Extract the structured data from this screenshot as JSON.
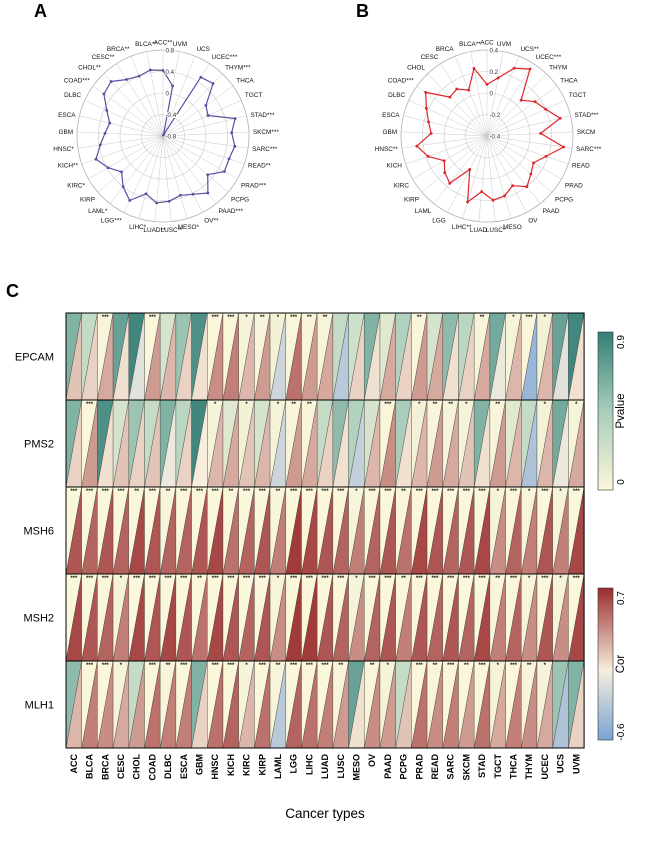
{
  "chart_data": [
    {
      "panel_label": "A",
      "type": "radar",
      "line_color": "#5b4fa0",
      "grid_color": "#c9c9c9",
      "ticks": [
        "0.8",
        "0.4",
        "0",
        "-0.4",
        "-0.8"
      ],
      "scale": {
        "min": -0.8,
        "max": 0.8
      },
      "categories": [
        "ACC**",
        "UVM",
        "UCS",
        "UCEC***",
        "THYM***",
        "THCA",
        "TGCT",
        "STAD***",
        "SKCM***",
        "SARC***",
        "READ**",
        "PRAD***",
        "PCPG",
        "PAAD***",
        "OV**",
        "MESO*",
        "LUSC**",
        "LUAD**",
        "LIHC*",
        "LGG***",
        "LAML*",
        "KIRP",
        "KIRC*",
        "KICH**",
        "HNSC*",
        "GBM",
        "ESCA",
        "DLBC",
        "COAD***",
        "CHOL**",
        "CESC**",
        "BRCA**",
        "BLCA**"
      ],
      "values": [
        0.42,
        0.15,
        -0.78,
        0.5,
        0.55,
        0.18,
        0.12,
        0.58,
        0.48,
        0.55,
        0.5,
        0.52,
        0.3,
        0.55,
        0.42,
        0.35,
        0.42,
        0.45,
        0.32,
        0.55,
        0.4,
        0.22,
        0.38,
        0.52,
        0.38,
        0.28,
        0.22,
        0.35,
        0.55,
        0.6,
        0.45,
        0.4,
        0.45
      ]
    },
    {
      "panel_label": "B",
      "type": "radar",
      "line_color": "#e0232a",
      "grid_color": "#c9c9c9",
      "ticks": [
        "0.4",
        "0.2",
        "0",
        "-0.2",
        "-0.4"
      ],
      "scale": {
        "min": -0.4,
        "max": 0.4
      },
      "categories": [
        "ACC",
        "UVM",
        "UCS**",
        "UCEC***",
        "THYM",
        "THCA",
        "TGCT",
        "STAD***",
        "SKCM",
        "SARC***",
        "READ",
        "PRAD",
        "PCPG",
        "PAAD",
        "OV",
        "MESO",
        "LUSC*",
        "LUAD",
        "LIHC**",
        "LGG",
        "LAML",
        "KIRP",
        "KIRC",
        "KICH",
        "HNSC**",
        "GBM",
        "ESCA",
        "DLBC",
        "COAD***",
        "CHOL",
        "CESC",
        "BRCA",
        "BLCA**"
      ],
      "values": [
        0.08,
        0.15,
        0.28,
        0.34,
        0.06,
        0.15,
        0.2,
        0.3,
        0.1,
        0.32,
        0.18,
        0.1,
        0.14,
        0.2,
        0.12,
        0.18,
        0.2,
        0.12,
        0.24,
        -0.05,
        0.16,
        0.12,
        0.06,
        0.18,
        0.26,
        0.12,
        0.16,
        0.22,
        0.3,
        0.1,
        0.12,
        0.06,
        0.24
      ]
    },
    {
      "panel_label": "C",
      "type": "triangle-heatmap",
      "xlabel": "Cancer types",
      "rows": [
        "EPCAM",
        "PMS2",
        "MSH6",
        "MSH2",
        "MLH1"
      ],
      "columns": [
        "ACC",
        "BLCA",
        "BRCA",
        "CESC",
        "CHOL",
        "COAD",
        "DLBC",
        "ESCA",
        "GBM",
        "HNSC",
        "KICH",
        "KIRC",
        "KIRP",
        "LAML",
        "LGG",
        "LIHC",
        "LUAD",
        "LUSC",
        "MESO",
        "OV",
        "PAAD",
        "PCPG",
        "PRAD",
        "READ",
        "SARC",
        "SKCM",
        "STAD",
        "TGCT",
        "THCA",
        "THYM",
        "UCEC",
        "UCS",
        "UVM"
      ],
      "legend_pvalue": {
        "label": "Pvalue",
        "min": 0,
        "max": 0.9,
        "min_label": "0",
        "max_label": "0.9",
        "stops": [
          [
            0,
            "#fcf7db"
          ],
          [
            0.5,
            "#a8cdbb"
          ],
          [
            1,
            "#347e76"
          ]
        ]
      },
      "legend_cor": {
        "label": "Cor",
        "min": -0.6,
        "max": 0.7,
        "min_label": "-0.6",
        "max_label": "0.7",
        "stops": [
          [
            0,
            "#7aa3d4"
          ],
          [
            0.46,
            "#f6eedd"
          ],
          [
            1,
            "#9a2d2d"
          ]
        ]
      },
      "cell_format": "[pvalue, correlation, significance]",
      "cells": {
        "EPCAM": [
          [
            0.6,
            0.15,
            ""
          ],
          [
            0.3,
            0.1,
            ""
          ],
          [
            0.02,
            0.25,
            "***"
          ],
          [
            0.7,
            0.05,
            ""
          ],
          [
            0.85,
            -0.1,
            ""
          ],
          [
            0.01,
            0.3,
            "***"
          ],
          [
            0.2,
            0.2,
            ""
          ],
          [
            0.5,
            0.1,
            ""
          ],
          [
            0.8,
            0.05,
            ""
          ],
          [
            0.01,
            0.35,
            "***"
          ],
          [
            0.01,
            0.4,
            "***"
          ],
          [
            0.04,
            0.2,
            "*"
          ],
          [
            0.02,
            0.3,
            "**"
          ],
          [
            0.05,
            -0.2,
            "*"
          ],
          [
            0.01,
            0.45,
            "***"
          ],
          [
            0.02,
            0.3,
            "**"
          ],
          [
            0.03,
            0.25,
            "**"
          ],
          [
            0.3,
            -0.3,
            ""
          ],
          [
            0.25,
            0.1,
            ""
          ],
          [
            0.6,
            0.05,
            ""
          ],
          [
            0.15,
            0.25,
            ""
          ],
          [
            0.4,
            0.1,
            ""
          ],
          [
            0.02,
            0.3,
            "**"
          ],
          [
            0.2,
            0.25,
            ""
          ],
          [
            0.55,
            0.05,
            ""
          ],
          [
            0.35,
            0.1,
            ""
          ],
          [
            0.03,
            0.25,
            "**"
          ],
          [
            0.65,
            -0.05,
            ""
          ],
          [
            0.04,
            0.2,
            "*"
          ],
          [
            0.01,
            -0.45,
            "***"
          ],
          [
            0.05,
            0.2,
            "*"
          ],
          [
            0.7,
            -0.1,
            ""
          ],
          [
            0.85,
            0.05,
            ""
          ]
        ],
        "PMS2": [
          [
            0.6,
            0.1,
            ""
          ],
          [
            0.01,
            0.3,
            "***"
          ],
          [
            0.8,
            0.05,
            ""
          ],
          [
            0.2,
            0.15,
            ""
          ],
          [
            0.5,
            0.1,
            ""
          ],
          [
            0.3,
            0.15,
            ""
          ],
          [
            0.6,
            -0.05,
            ""
          ],
          [
            0.35,
            0.1,
            ""
          ],
          [
            0.85,
            0.0,
            ""
          ],
          [
            0.04,
            0.2,
            "*"
          ],
          [
            0.15,
            0.25,
            ""
          ],
          [
            0.05,
            0.15,
            "*"
          ],
          [
            0.2,
            0.2,
            ""
          ],
          [
            0.04,
            -0.2,
            "*"
          ],
          [
            0.02,
            0.3,
            "**"
          ],
          [
            0.02,
            0.25,
            "**"
          ],
          [
            0.3,
            0.1,
            ""
          ],
          [
            0.55,
            0.05,
            ""
          ],
          [
            0.4,
            -0.25,
            ""
          ],
          [
            0.2,
            0.2,
            ""
          ],
          [
            0.01,
            0.35,
            "***"
          ],
          [
            0.45,
            0.05,
            ""
          ],
          [
            0.05,
            0.2,
            "*"
          ],
          [
            0.02,
            0.3,
            "**"
          ],
          [
            0.03,
            0.25,
            "**"
          ],
          [
            0.04,
            0.15,
            "*"
          ],
          [
            0.6,
            0.05,
            ""
          ],
          [
            0.02,
            0.3,
            "**"
          ],
          [
            0.15,
            0.2,
            ""
          ],
          [
            0.3,
            -0.35,
            ""
          ],
          [
            0.05,
            0.2,
            "*"
          ],
          [
            0.65,
            -0.05,
            ""
          ],
          [
            0.04,
            0.25,
            "*"
          ]
        ],
        "MSH6": [
          [
            0.005,
            0.55,
            "***"
          ],
          [
            0.005,
            0.5,
            "***"
          ],
          [
            0.005,
            0.55,
            "***"
          ],
          [
            0.005,
            0.5,
            "***"
          ],
          [
            0.01,
            0.6,
            "**"
          ],
          [
            0.005,
            0.55,
            "***"
          ],
          [
            0.02,
            0.5,
            "**"
          ],
          [
            0.005,
            0.5,
            "***"
          ],
          [
            0.005,
            0.55,
            "***"
          ],
          [
            0.005,
            0.6,
            "***"
          ],
          [
            0.01,
            0.45,
            "**"
          ],
          [
            0.005,
            0.5,
            "***"
          ],
          [
            0.005,
            0.55,
            "***"
          ],
          [
            0.02,
            0.4,
            "**"
          ],
          [
            0.005,
            0.65,
            "***"
          ],
          [
            0.005,
            0.6,
            "***"
          ],
          [
            0.005,
            0.55,
            "***"
          ],
          [
            0.005,
            0.5,
            "***"
          ],
          [
            0.03,
            0.4,
            "*"
          ],
          [
            0.005,
            0.5,
            "***"
          ],
          [
            0.005,
            0.55,
            "***"
          ],
          [
            0.01,
            0.45,
            "**"
          ],
          [
            0.005,
            0.6,
            "***"
          ],
          [
            0.005,
            0.55,
            "***"
          ],
          [
            0.005,
            0.5,
            "***"
          ],
          [
            0.005,
            0.55,
            "***"
          ],
          [
            0.005,
            0.6,
            "***"
          ],
          [
            0.04,
            0.35,
            "*"
          ],
          [
            0.005,
            0.5,
            "***"
          ],
          [
            0.03,
            0.4,
            "*"
          ],
          [
            0.005,
            0.55,
            "***"
          ],
          [
            0.04,
            0.4,
            "*"
          ],
          [
            0.005,
            0.6,
            "***"
          ]
        ],
        "MSH2": [
          [
            0.005,
            0.6,
            "***"
          ],
          [
            0.005,
            0.55,
            "***"
          ],
          [
            0.005,
            0.5,
            "***"
          ],
          [
            0.04,
            0.4,
            "*"
          ],
          [
            0.005,
            0.6,
            "***"
          ],
          [
            0.005,
            0.55,
            "***"
          ],
          [
            0.005,
            0.6,
            "***"
          ],
          [
            0.005,
            0.55,
            "***"
          ],
          [
            0.01,
            0.45,
            "**"
          ],
          [
            0.005,
            0.6,
            "***"
          ],
          [
            0.005,
            0.55,
            "***"
          ],
          [
            0.005,
            0.5,
            "***"
          ],
          [
            0.005,
            0.55,
            "***"
          ],
          [
            0.03,
            0.35,
            "*"
          ],
          [
            0.005,
            0.65,
            "***"
          ],
          [
            0.005,
            0.65,
            "***"
          ],
          [
            0.005,
            0.55,
            "***"
          ],
          [
            0.005,
            0.5,
            "***"
          ],
          [
            0.04,
            0.35,
            "*"
          ],
          [
            0.005,
            0.5,
            "***"
          ],
          [
            0.005,
            0.55,
            "***"
          ],
          [
            0.01,
            0.4,
            "**"
          ],
          [
            0.005,
            0.55,
            "***"
          ],
          [
            0.005,
            0.5,
            "***"
          ],
          [
            0.005,
            0.55,
            "***"
          ],
          [
            0.005,
            0.5,
            "***"
          ],
          [
            0.005,
            0.6,
            "***"
          ],
          [
            0.02,
            0.4,
            "**"
          ],
          [
            0.005,
            0.5,
            "***"
          ],
          [
            0.03,
            0.35,
            "*"
          ],
          [
            0.005,
            0.55,
            "***"
          ],
          [
            0.04,
            0.35,
            "*"
          ],
          [
            0.005,
            0.6,
            "***"
          ]
        ],
        "MLH1": [
          [
            0.55,
            0.2,
            ""
          ],
          [
            0.005,
            0.4,
            "***"
          ],
          [
            0.005,
            0.35,
            "***"
          ],
          [
            0.04,
            0.25,
            "*"
          ],
          [
            0.3,
            0.3,
            ""
          ],
          [
            0.005,
            0.45,
            "***"
          ],
          [
            0.02,
            0.4,
            "**"
          ],
          [
            0.005,
            0.4,
            "***"
          ],
          [
            0.6,
            0.1,
            ""
          ],
          [
            0.005,
            0.45,
            "***"
          ],
          [
            0.005,
            0.5,
            "***"
          ],
          [
            0.04,
            0.2,
            "*"
          ],
          [
            0.005,
            0.45,
            "***"
          ],
          [
            0.02,
            -0.3,
            "**"
          ],
          [
            0.005,
            0.5,
            "***"
          ],
          [
            0.005,
            0.45,
            "***"
          ],
          [
            0.005,
            0.4,
            "***"
          ],
          [
            0.02,
            0.3,
            "**"
          ],
          [
            0.7,
            0.05,
            ""
          ],
          [
            0.01,
            0.35,
            "**"
          ],
          [
            0.04,
            0.3,
            "*"
          ],
          [
            0.3,
            0.15,
            ""
          ],
          [
            0.005,
            0.45,
            "***"
          ],
          [
            0.02,
            0.35,
            "**"
          ],
          [
            0.005,
            0.4,
            "***"
          ],
          [
            0.01,
            0.3,
            "**"
          ],
          [
            0.005,
            0.45,
            "***"
          ],
          [
            0.04,
            0.25,
            "*"
          ],
          [
            0.005,
            0.4,
            "***"
          ],
          [
            0.02,
            0.35,
            "**"
          ],
          [
            0.04,
            0.25,
            "*"
          ],
          [
            0.5,
            -0.35,
            ""
          ],
          [
            0.6,
            0.1,
            ""
          ]
        ]
      }
    }
  ]
}
